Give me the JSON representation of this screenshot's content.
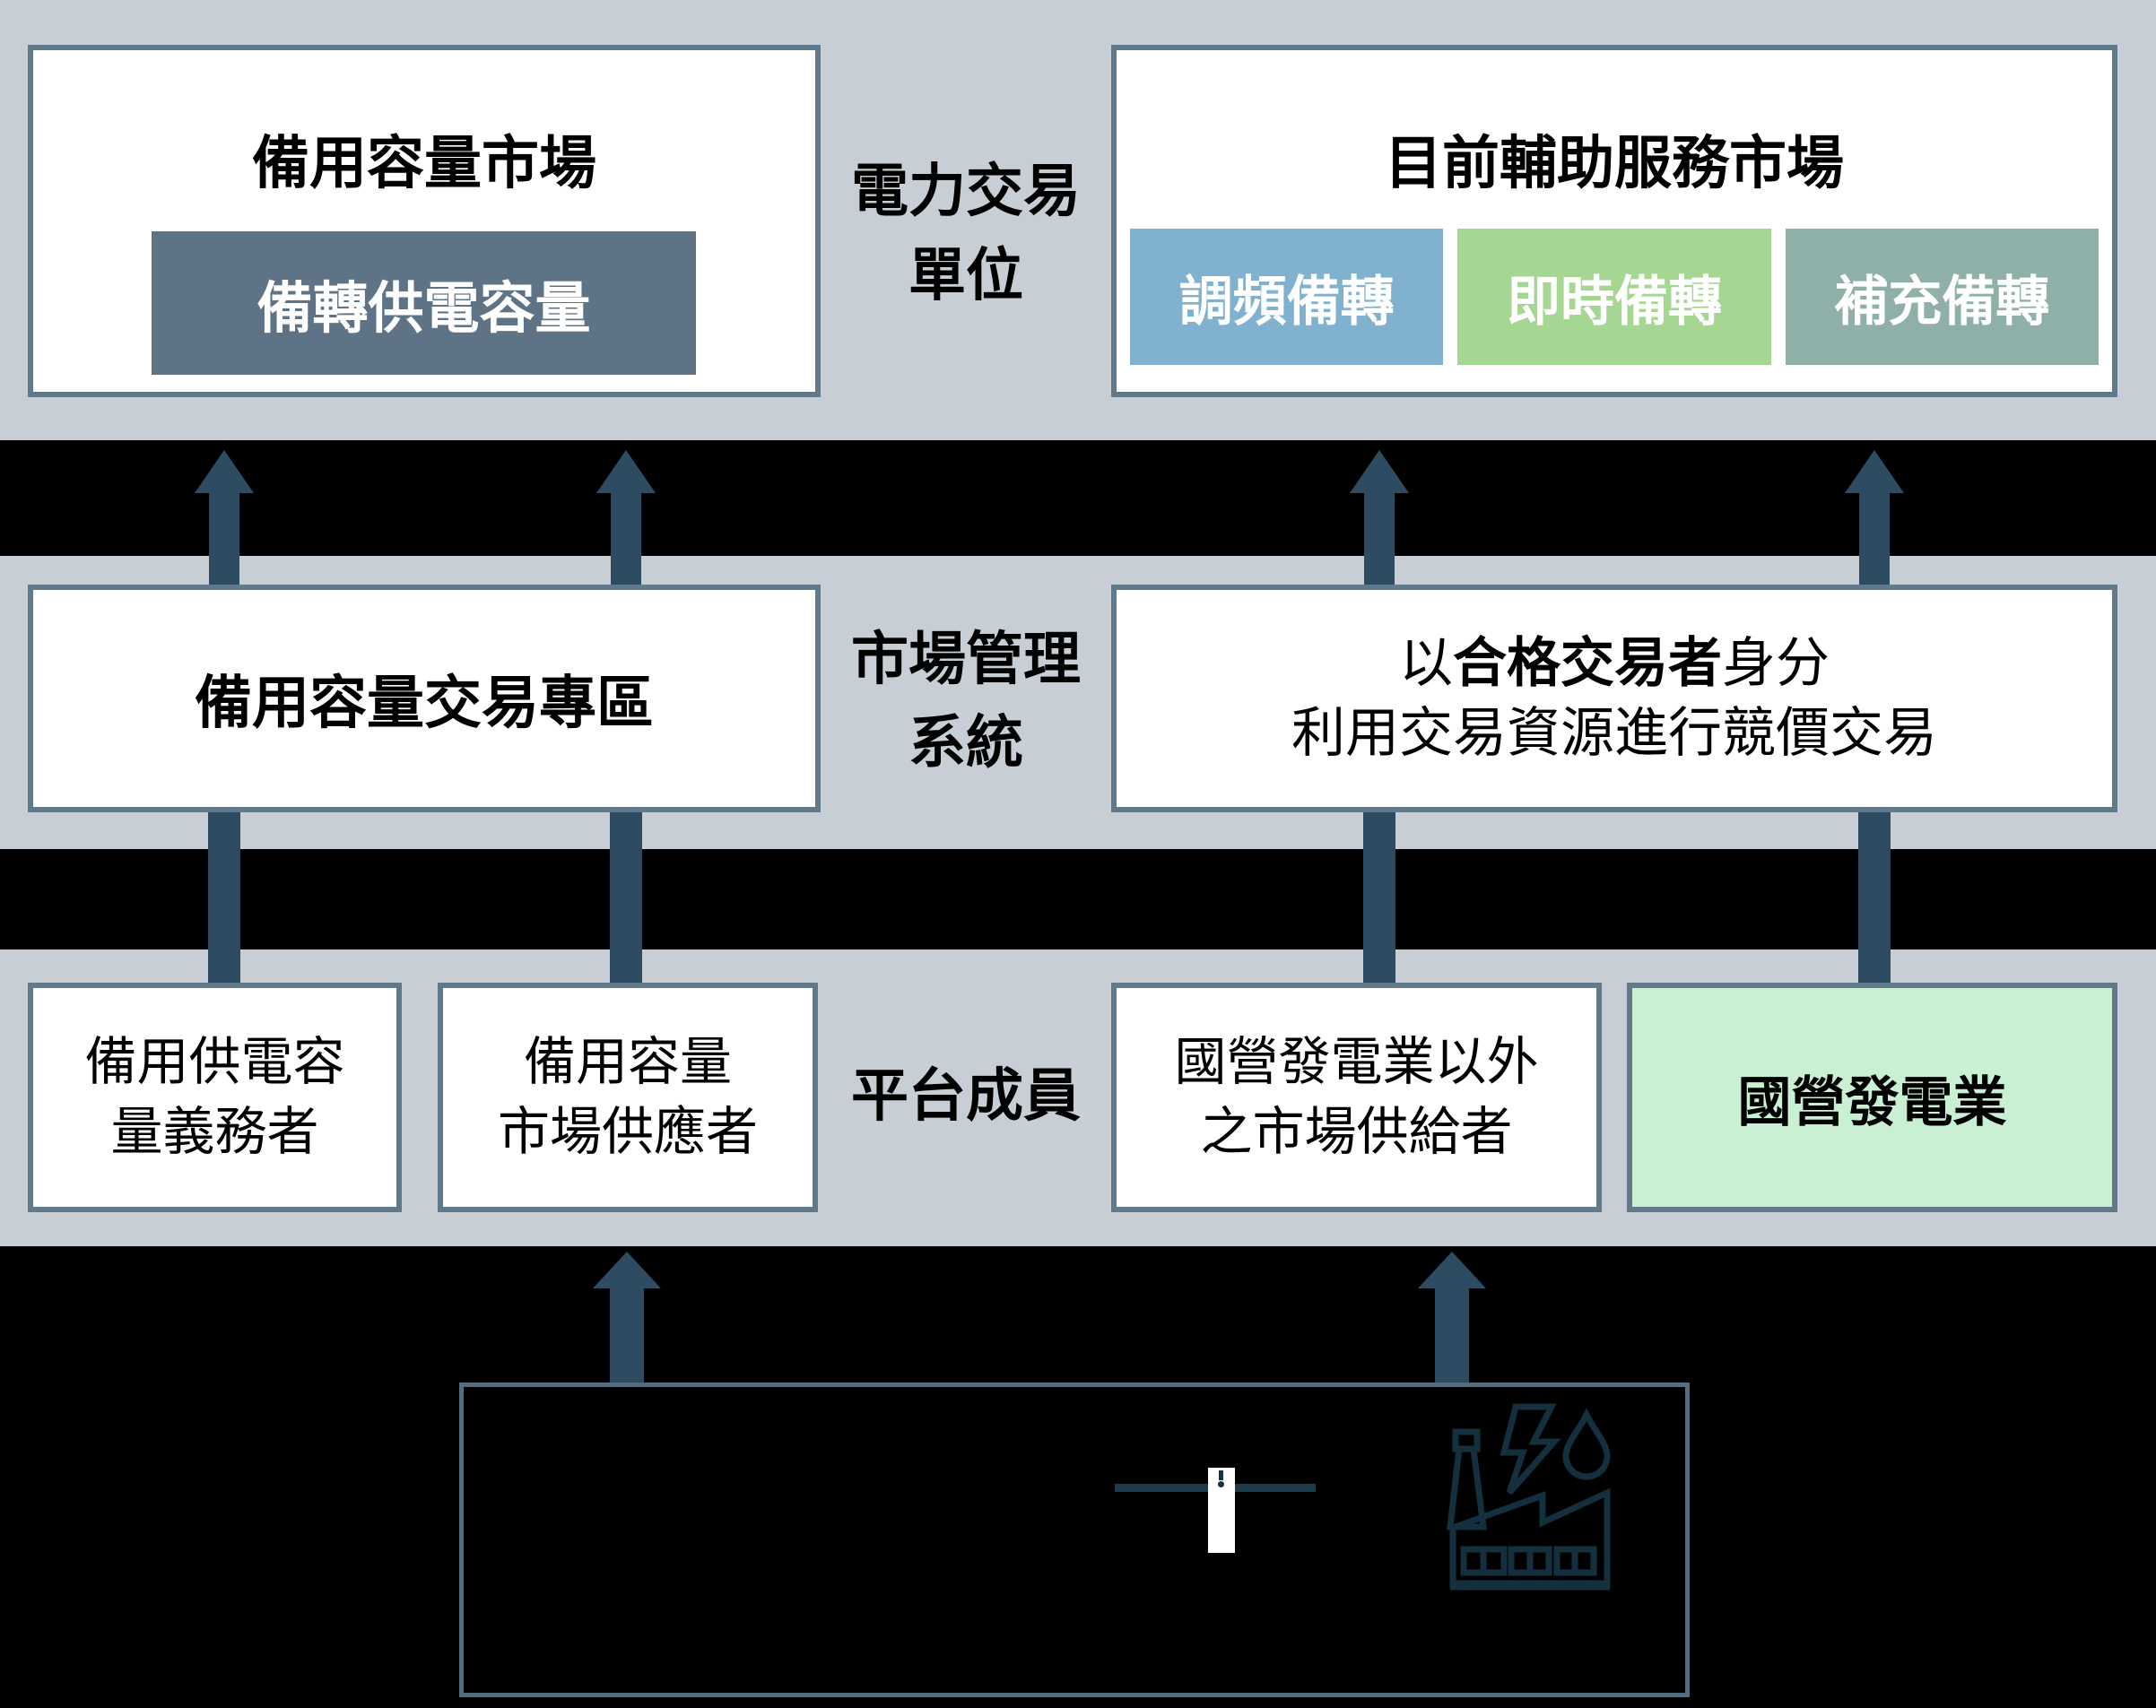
{
  "diagram": {
    "row_labels": {
      "power_trading_unit": {
        "line1": "電力交易",
        "line2": "單位"
      },
      "market_management_system": {
        "line1": "市場管理",
        "line2": "系統"
      },
      "platform_members": {
        "line1": "平台成員"
      }
    },
    "top_row": {
      "reserve_capacity_market": {
        "title": "備用容量市場",
        "chip": "備轉供電容量"
      },
      "ancillary_services_market": {
        "title": "目前輔助服務市場",
        "chips": [
          {
            "label": "調頻備轉",
            "color": "#80b2d0"
          },
          {
            "label": "即時備轉",
            "color": "#a6d792"
          },
          {
            "label": "補充備轉",
            "color": "#8fb0a8"
          }
        ]
      }
    },
    "middle_row": {
      "reserve_trading_zone": {
        "title": "備用容量交易專區"
      },
      "qualified_trader": {
        "line1_prefix": "以",
        "line1_bold": "合格交易者",
        "line1_suffix": "身分",
        "line2": "利用交易資源進行競價交易"
      }
    },
    "bottom_row": {
      "boxes": [
        {
          "line1": "備用供電容",
          "line2": "量義務者"
        },
        {
          "line1": "備用容量",
          "line2": "市場供應者"
        },
        {
          "line1": "國營發電業以外",
          "line2": "之市場供給者"
        },
        {
          "line1": "國營發電業",
          "highlight": true,
          "color": "#c9f0d2"
        }
      ]
    },
    "icons": {
      "power_line_pole": "power-line-pole-icon",
      "power_plant": "power-plant-icon"
    },
    "colors": {
      "background": "#c7ced5",
      "black_band": "#000000",
      "box_border": "#60798b",
      "box_background": "#ffffff",
      "arrow": "#2d4c62",
      "slate_chip": "#5e7486",
      "chip_blue": "#80b2d0",
      "chip_green": "#a6d792",
      "chip_sage": "#8fb0a8",
      "highlight_green": "#c9f0d2",
      "black_box_border": "#546e80",
      "icon_stroke": "#14303e"
    }
  }
}
